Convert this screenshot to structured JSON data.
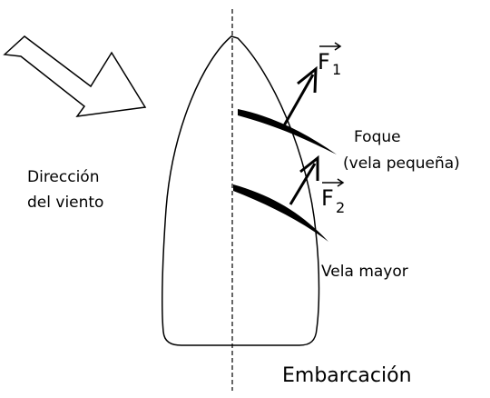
{
  "labels": {
    "wind_line1": "Dirección",
    "wind_line2": "del viento",
    "jib_line1": "Foque",
    "jib_line2": "(vela pequeña)",
    "mainsail": "Vela mayor",
    "boat": "Embarcación",
    "force1_letter": "F",
    "force1_sub": "1",
    "force2_letter": "F",
    "force2_sub": "2"
  },
  "colors": {
    "stroke": "#000000",
    "sail_fill": "#000000",
    "arrow_fill": "#ffffff",
    "background": "#ffffff"
  }
}
